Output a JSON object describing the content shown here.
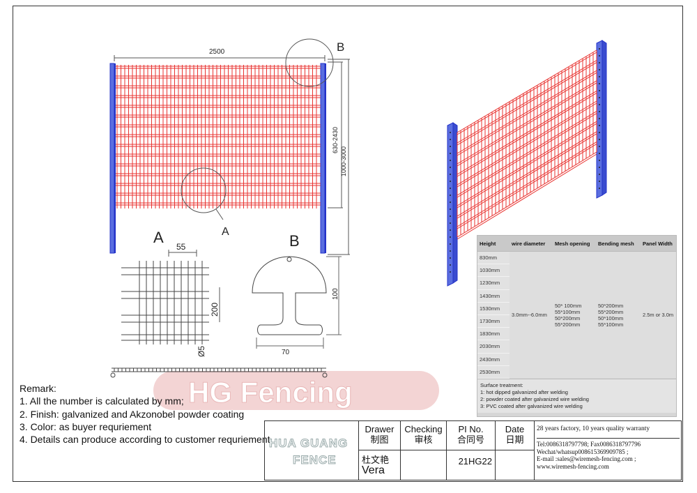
{
  "watermark": {
    "brand": "HG Fencing"
  },
  "front_view": {
    "width_label": "2500",
    "height_panel_label": "630-2430",
    "height_post_label": "1000-3000",
    "callout_a": "A",
    "callout_b": "B"
  },
  "detail_a": {
    "title": "A",
    "mesh_width": "55",
    "mesh_height": "200",
    "wire_dia": "Ø5"
  },
  "detail_b": {
    "title": "B",
    "depth": "100",
    "width": "70"
  },
  "spec_table": {
    "headers": [
      "Height",
      "wire diameter",
      "Mesh opening",
      "Bending mesh",
      "Panel Width"
    ],
    "heights": [
      "830mm",
      "1030mm",
      "1230mm",
      "1430mm",
      "1530mm",
      "1730mm",
      "1830mm",
      "2030mm",
      "2430mm",
      "2530mm"
    ],
    "wire_diameter": "3.0mm--6.0mm",
    "mesh_opening": [
      "50* 100mm",
      "55*100mm",
      "50*200mm",
      "55*200mm"
    ],
    "bending_mesh": [
      "50*200mm",
      "55*200mm",
      "50*100mm",
      "55*100mm"
    ],
    "panel_width": "2.5m or 3.0m",
    "surface": [
      "Surface treatment:",
      "1: hot dipped galvanized after welding",
      "2: powder coated after galvanized wire welding",
      "3: PVC coated after galvanized wire welding"
    ]
  },
  "remarks": [
    "Remark:",
    "1. All the number is calculated by mm;",
    "2. Finish: galvanized and  Akzonobel powder coating",
    "3. Color: as buyer requriement",
    "4. Details can produce according to customer requriement"
  ],
  "title_block": {
    "company_line1": "HUA GUANG",
    "company_line2": "FENCE",
    "drawer_en": "Drawer",
    "drawer_cn": "制图",
    "checking_en": "Checking",
    "checking_cn": "审核",
    "pi_en": "PI No.",
    "pi_cn": "合同号",
    "date_en": "Date",
    "date_cn": "日期",
    "drawer_name_cn": "杜文艳",
    "drawer_name_en": "Vera",
    "pi_value": "21HG22",
    "warranty": "28 years factory, 10 years quality warranty",
    "contact": [
      "Tel:0086318797798; Fax0086318797796",
      "Wechat/whatsup008615369909785 ;",
      "E-mail :sales@wiremesh-fencing.com ;",
      "www.wiremesh-fencing.com"
    ]
  },
  "colors": {
    "mesh": "#e8322f",
    "post": "#2433c8",
    "line": "#333333"
  }
}
